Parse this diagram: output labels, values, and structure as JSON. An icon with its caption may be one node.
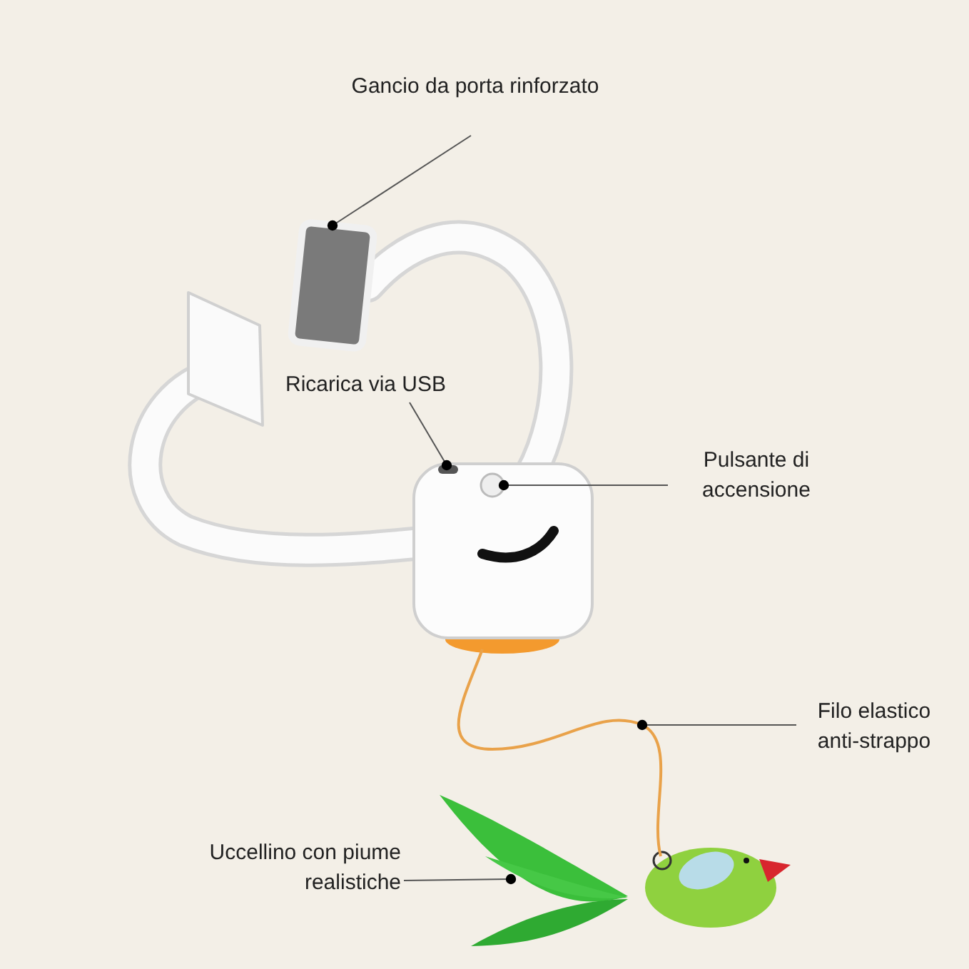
{
  "diagram": {
    "nodes": [
      {
        "text": [
          "Gancio da porta rinforzato"
        ]
      },
      {
        "text": [],
        "shape": "box"
      },
      {
        "text": [
          "Ricarica via USB"
        ]
      },
      {
        "text": [],
        "shape": "box"
      },
      {
        "text": [
          "Pulsante di accensione"
        ]
      },
      {
        "text": [],
        "shape": "picture"
      },
      {
        "text": [
          "Filo elastico anti-strappo"
        ]
      },
      {
        "text": [],
        "shape": "picture"
      },
      {
        "text": [
          "Uccellino con piume realistiche"
        ]
      },
      {
        "text": [],
        "shape": "picture"
      }
    ],
    "edges": [
      {
        "from": 0,
        "to": 1,
        "arrow": "other"
      },
      {
        "from": 2,
        "to": 3,
        "arrow": "other"
      },
      {
        "from": 4,
        "to": 5,
        "arrow": "other"
      },
      {
        "from": 6,
        "to": 7,
        "arrow": "other"
      },
      {
        "from": 8,
        "to": 9,
        "arrow": "other"
      }
    ]
  }
}
